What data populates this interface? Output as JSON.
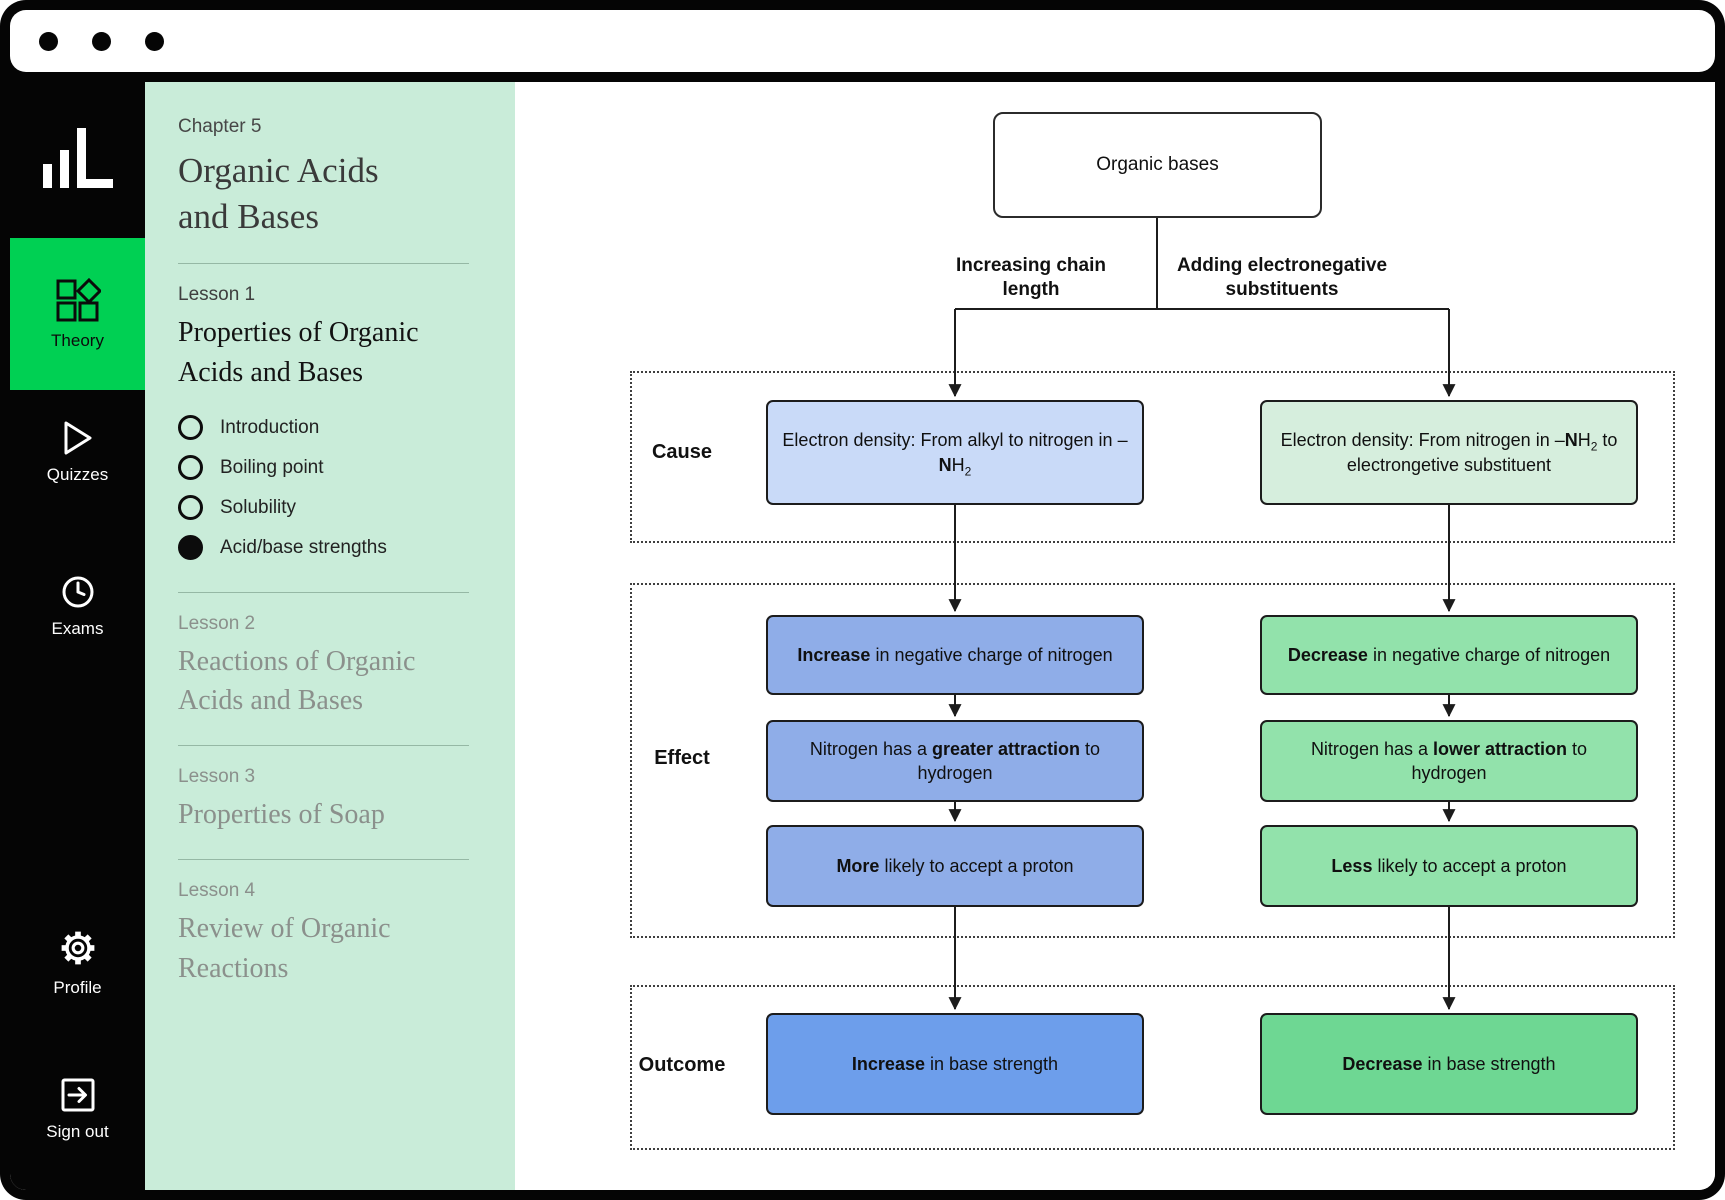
{
  "window": {
    "traffic_dot_count": 3
  },
  "sidebar": {
    "logo_icon": "bar-chart-logo-icon",
    "items": [
      {
        "label": "Theory",
        "icon": "theory-blocks-icon",
        "active": true
      },
      {
        "label": "Quizzes",
        "icon": "play-icon",
        "active": false
      },
      {
        "label": "Exams",
        "icon": "clock-icon",
        "active": false
      },
      {
        "label": "Profile",
        "icon": "gear-icon",
        "active": false
      },
      {
        "label": "Sign out",
        "icon": "sign-out-icon",
        "active": false
      }
    ]
  },
  "lesson_nav": {
    "chapter_label": "Chapter 5",
    "chapter_title": "Organic Acids and Bases",
    "lessons": [
      {
        "label": "Lesson 1",
        "title": "Properties of Organic Acids and Bases",
        "active": true,
        "topics": [
          {
            "label": "Introduction",
            "selected": false
          },
          {
            "label": "Boiling point",
            "selected": false
          },
          {
            "label": "Solubility",
            "selected": false
          },
          {
            "label": "Acid/base strengths",
            "selected": true
          }
        ]
      },
      {
        "label": "Lesson 2",
        "title": "Reactions of Organic Acids and Bases",
        "active": false
      },
      {
        "label": "Lesson 3",
        "title": "Properties of Soap",
        "active": false
      },
      {
        "label": "Lesson 4",
        "title": "Review of Organic Reactions",
        "active": false
      }
    ]
  },
  "flowchart": {
    "root_label": "Organic bases",
    "row_labels": [
      "Cause",
      "Effect",
      "Outcome"
    ],
    "columns": [
      {
        "branch_label": "Increasing chain length",
        "cause_fill": "#c9daf8",
        "effect_fill": "#8fade8",
        "outcome_fill": "#6d9eeb",
        "cause": [
          {
            "t": "Electron density: From alkyl to nitrogen in –"
          },
          {
            "b": "N"
          },
          {
            "t": "H"
          },
          {
            "sub": "2"
          }
        ],
        "effects": [
          [
            {
              "b": "Increase"
            },
            {
              "t": " in negative charge of nitrogen"
            }
          ],
          [
            {
              "t": "Nitrogen has a "
            },
            {
              "b": "greater attraction"
            },
            {
              "t": " to hydrogen"
            }
          ],
          [
            {
              "b": "More"
            },
            {
              "t": " likely to accept a proton"
            }
          ]
        ],
        "outcome": [
          {
            "b": "Increase"
          },
          {
            "t": " in base strength"
          }
        ]
      },
      {
        "branch_label": "Adding electronegative substituents",
        "cause_fill": "#d6eedd",
        "effect_fill": "#92e2ab",
        "outcome_fill": "#6ed793",
        "cause": [
          {
            "t": "Electron density: From nitrogen in –"
          },
          {
            "b": "N"
          },
          {
            "t": "H"
          },
          {
            "sub": "2"
          },
          {
            "t": " to electrongetive substituent"
          }
        ],
        "effects": [
          [
            {
              "b": "Decrease"
            },
            {
              "t": " in negative charge of nitrogen"
            }
          ],
          [
            {
              "t": "Nitrogen has a "
            },
            {
              "b": "lower attraction"
            },
            {
              "t": " to hydrogen"
            }
          ],
          [
            {
              "b": "Less"
            },
            {
              "t": " likely to accept a proton"
            }
          ]
        ],
        "outcome": [
          {
            "b": "Decrease"
          },
          {
            "t": " in base strength"
          }
        ]
      }
    ]
  }
}
